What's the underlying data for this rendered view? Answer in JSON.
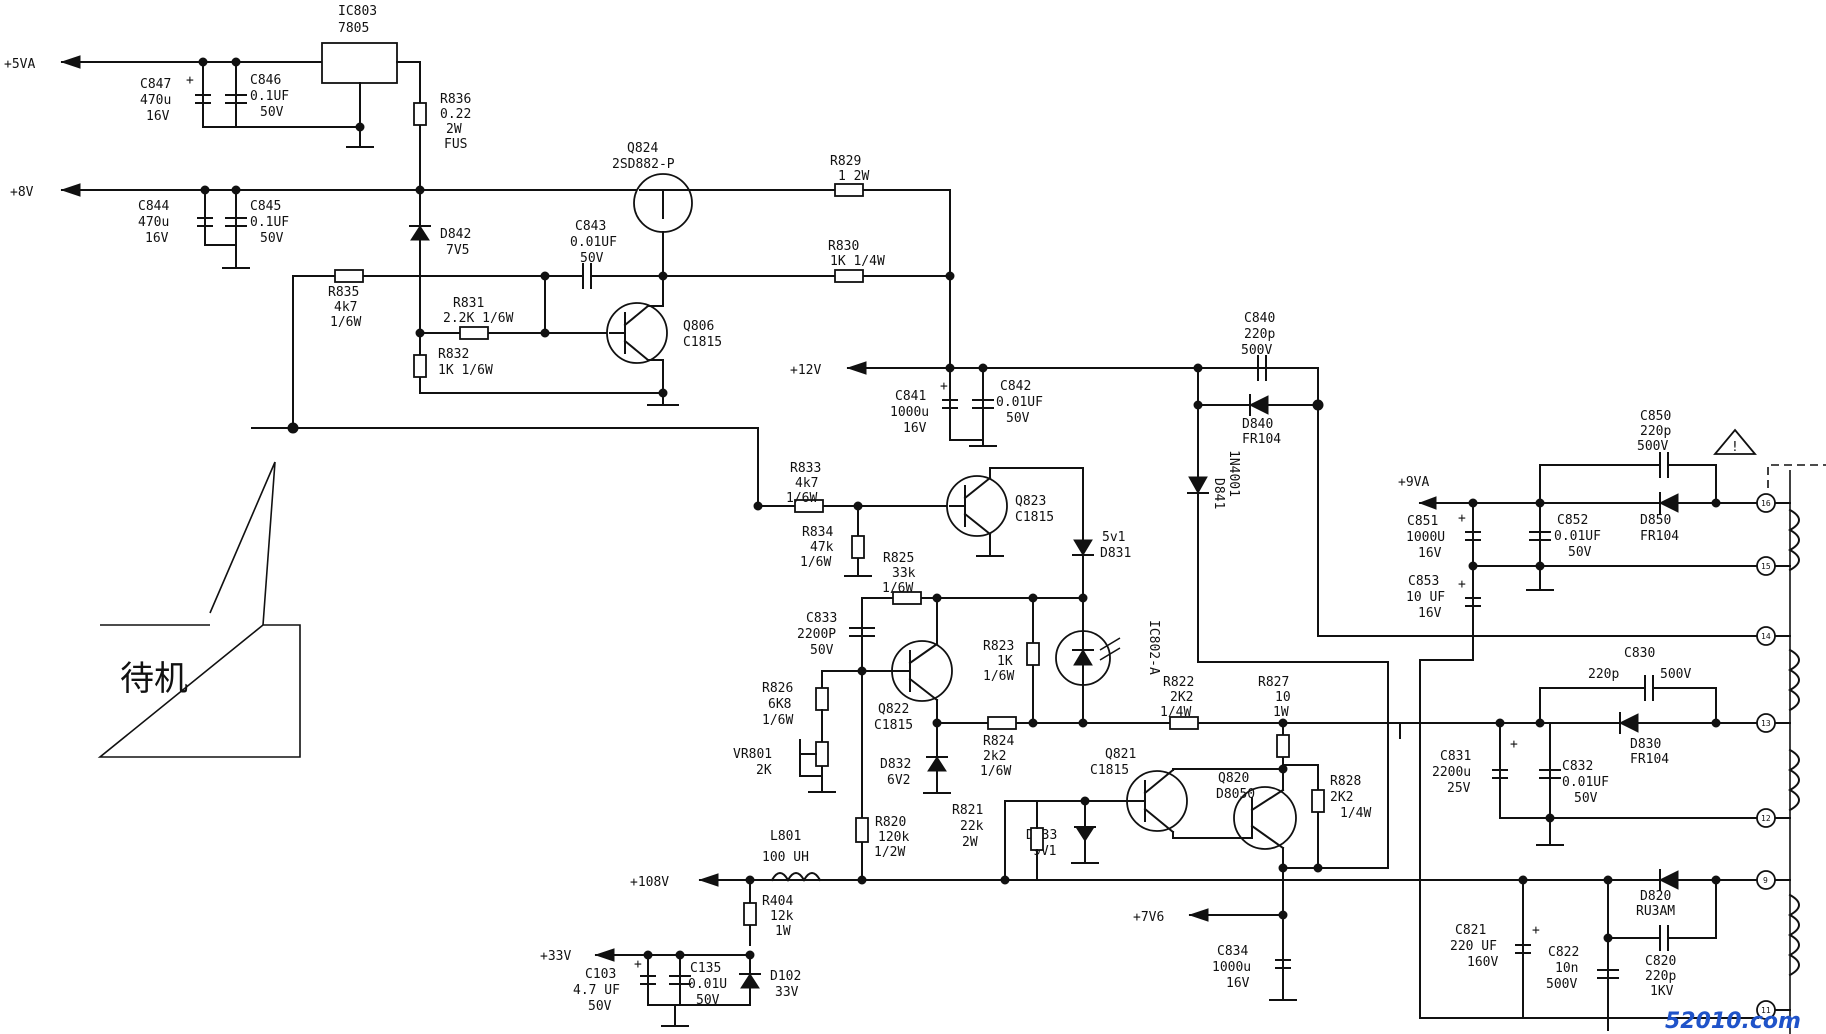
{
  "rails": {
    "p5va": "+5VA",
    "p8v": "+8V",
    "p12v": "+12V",
    "p9va": "+9VA",
    "p108v": "+108V",
    "p33v": "+33V",
    "p7v6": "+7V6"
  },
  "callout": {
    "text": "待机"
  },
  "watermark": "52010.com",
  "warning_symbol": "!",
  "components": {
    "ic803": [
      "IC803",
      "7805"
    ],
    "c847": [
      "C847",
      "470u",
      "16V"
    ],
    "c846": [
      "C846",
      "0.1UF",
      "50V"
    ],
    "r836": [
      "R836",
      "0.22",
      "2W",
      "FUS"
    ],
    "c844": [
      "C844",
      "470u",
      "16V"
    ],
    "c845": [
      "C845",
      "0.1UF",
      "50V"
    ],
    "d842": [
      "D842",
      "7V5"
    ],
    "q824": [
      "Q824",
      "2SD882-P"
    ],
    "r829": [
      "R829",
      "1  2W"
    ],
    "c843": [
      "C843",
      "0.01UF",
      "50V"
    ],
    "r830": [
      "R830",
      "1K  1/4W"
    ],
    "r835": [
      "R835",
      "4k7",
      "1/6W"
    ],
    "r831": [
      "R831",
      "2.2K 1/6W"
    ],
    "q806": [
      "Q806",
      "C1815"
    ],
    "r832": [
      "R832",
      "1K 1/6W"
    ],
    "c840": [
      "C840",
      "220p",
      "500V"
    ],
    "c841": [
      "C841",
      "1000u",
      "16V"
    ],
    "c842": [
      "C842",
      "0.01UF",
      "50V"
    ],
    "d840": [
      "D840",
      "FR104"
    ],
    "d841": [
      "D841",
      "1N4001"
    ],
    "r833": [
      "R833",
      "4k7",
      "1/6W"
    ],
    "q823": [
      "Q823",
      "C1815"
    ],
    "r834": [
      "R834",
      "47k",
      "1/6W"
    ],
    "d831": [
      "5v1",
      "D831"
    ],
    "r825": [
      "R825",
      "33k",
      "1/6W"
    ],
    "c833": [
      "C833",
      "2200P",
      "50V"
    ],
    "r823": [
      "R823",
      "1K",
      "1/6W"
    ],
    "ic802": [
      "IC802-A"
    ],
    "r826": [
      "R826",
      "6K8",
      "1/6W"
    ],
    "q822": [
      "Q822",
      "C1815"
    ],
    "r822": [
      "R822",
      "2K2",
      "1/4W"
    ],
    "r827": [
      "R827",
      "10",
      "1W"
    ],
    "vr801": [
      "VR801",
      "2K"
    ],
    "d832": [
      "D832",
      "6V2"
    ],
    "r824": [
      "R824",
      "2k2",
      "1/6W"
    ],
    "q821": [
      "Q821",
      "C1815"
    ],
    "q820": [
      "Q820",
      "D8050"
    ],
    "r828": [
      "R828",
      "2K2",
      "1/4W"
    ],
    "r820": [
      "R820",
      "120k",
      "1/2W"
    ],
    "r821": [
      "R821",
      "22k",
      "2W"
    ],
    "d833": [
      "D833",
      "9V1"
    ],
    "l801": [
      "L801",
      "100  UH"
    ],
    "r404": [
      "R404",
      "12k",
      "1W"
    ],
    "c103": [
      "C103",
      "4.7  UF",
      "50V"
    ],
    "c135": [
      "C135",
      "0.01U",
      "50V"
    ],
    "d102": [
      "D102",
      "33V"
    ],
    "c834": [
      "C834",
      "1000u",
      "16V"
    ],
    "c850": [
      "C850",
      "220p",
      "500V"
    ],
    "c851": [
      "C851",
      "1000U",
      "16V"
    ],
    "c852": [
      "C852",
      "0.01UF",
      "50V"
    ],
    "d850": [
      "D850",
      "FR104"
    ],
    "c853": [
      "C853",
      "10  UF",
      "16V"
    ],
    "c830": [
      "C830",
      "220p",
      "500V"
    ],
    "c831": [
      "C831",
      "2200u",
      "25V"
    ],
    "c832": [
      "C832",
      "0.01UF",
      "50V"
    ],
    "d830": [
      "D830",
      "FR104"
    ],
    "c821": [
      "C821",
      "220  UF",
      "160V"
    ],
    "c822": [
      "C822",
      "10n",
      "500V"
    ],
    "d820": [
      "D820",
      "RU3AM"
    ],
    "c820": [
      "C820",
      "220p",
      "1KV"
    ]
  },
  "transformer_pins": [
    "16",
    "15",
    "14",
    "13",
    "12",
    "9",
    "11"
  ]
}
